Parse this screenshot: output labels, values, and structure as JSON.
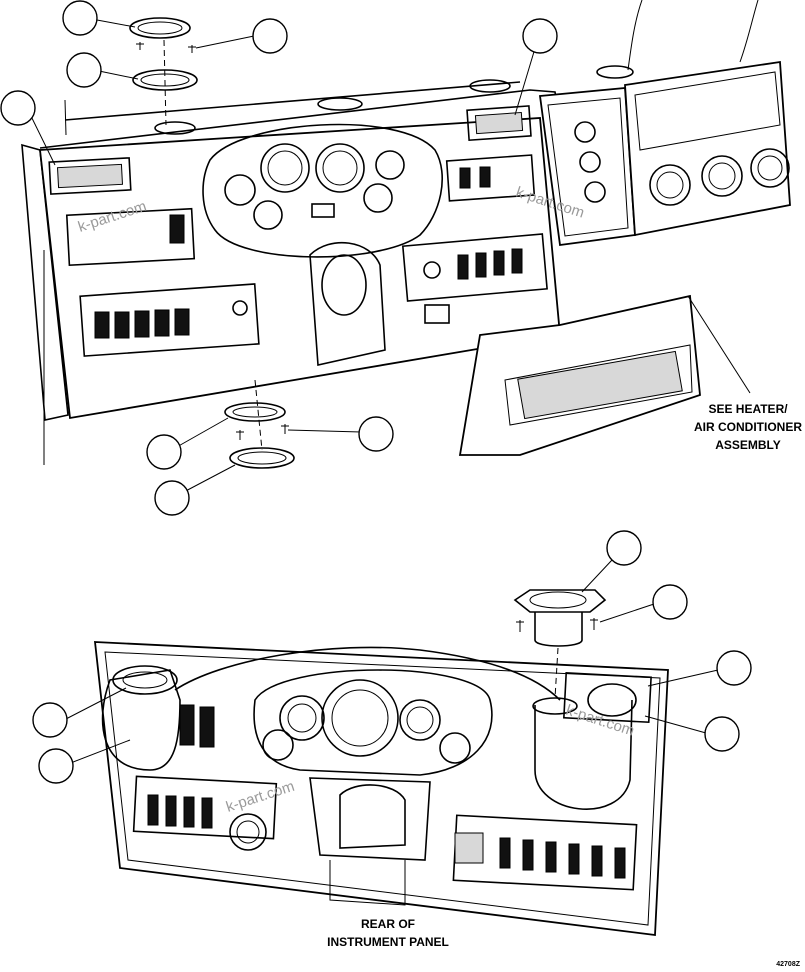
{
  "annotations": {
    "heater_note": [
      "SEE HEATER/",
      "AIR CONDITIONER",
      "ASSEMBLY"
    ],
    "rear_note": [
      "REAR OF",
      "INSTRUMENT PANEL"
    ],
    "figure_id": "42708Z"
  },
  "watermark": "k-part.com",
  "colors": {
    "line": "#000000",
    "background": "#ffffff",
    "watermark": "#9a9a9a"
  }
}
